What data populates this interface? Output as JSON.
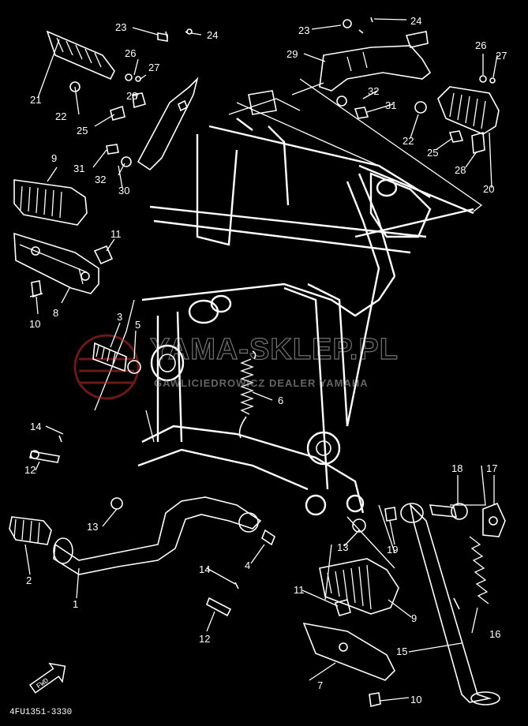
{
  "diagram": {
    "part_numbers": [
      "1",
      "2",
      "3",
      "4",
      "5",
      "6",
      "7",
      "8",
      "9",
      "10",
      "11",
      "12",
      "13",
      "14",
      "15",
      "16",
      "17",
      "18",
      "19",
      "20",
      "21",
      "22",
      "23",
      "24",
      "25",
      "26",
      "27",
      "28",
      "29",
      "30",
      "31",
      "32"
    ],
    "figure_code": "4FU1351-3330",
    "direction_marker": "FWD",
    "watermark": {
      "main": "YAMA-SKLEP.PL",
      "sub": "GAWLICIEDROWICZ DEALER YAMAHA"
    },
    "colors": {
      "background": "#000000",
      "linework": "#ffffff",
      "watermark_logo": "#c0302a"
    }
  }
}
